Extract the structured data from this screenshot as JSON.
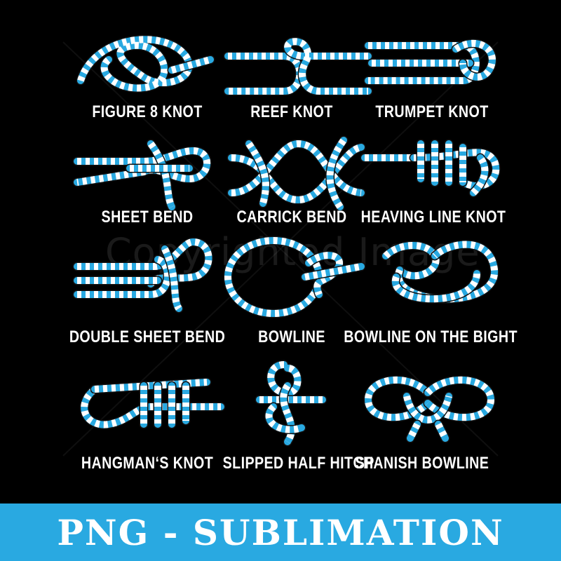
{
  "knots": [
    {
      "label": "FIGURE 8 KNOT",
      "icon": "figure-8-knot-icon"
    },
    {
      "label": "REEF KNOT",
      "icon": "reef-knot-icon"
    },
    {
      "label": "TRUMPET KNOT",
      "icon": "trumpet-knot-icon"
    },
    {
      "label": "SHEET BEND",
      "icon": "sheet-bend-icon"
    },
    {
      "label": "CARRICK BEND",
      "icon": "carrick-bend-icon"
    },
    {
      "label": "HEAVING LINE KNOT",
      "icon": "heaving-line-knot-icon"
    },
    {
      "label": "DOUBLE SHEET BEND",
      "icon": "double-sheet-bend-icon"
    },
    {
      "label": "BOWLINE",
      "icon": "bowline-icon"
    },
    {
      "label": "BOWLINE ON THE BIGHT",
      "icon": "bowline-on-the-bight-icon"
    },
    {
      "label": "HANGMAN‘S KNOT",
      "icon": "hangmans-knot-icon"
    },
    {
      "label": "SLIPPED HALF HITCH",
      "icon": "slipped-half-hitch-icon"
    },
    {
      "label": "SPANISH BOWLINE",
      "icon": "spanish-bowline-icon"
    }
  ],
  "watermark": {
    "text": "Copyrighted Image"
  },
  "banner": {
    "text": "PNG - SUBLIMATION"
  },
  "colors": {
    "rope_blue": "#29a9e1",
    "rope_white": "#ffffff",
    "background": "#000000",
    "banner": "#29a9e1"
  }
}
